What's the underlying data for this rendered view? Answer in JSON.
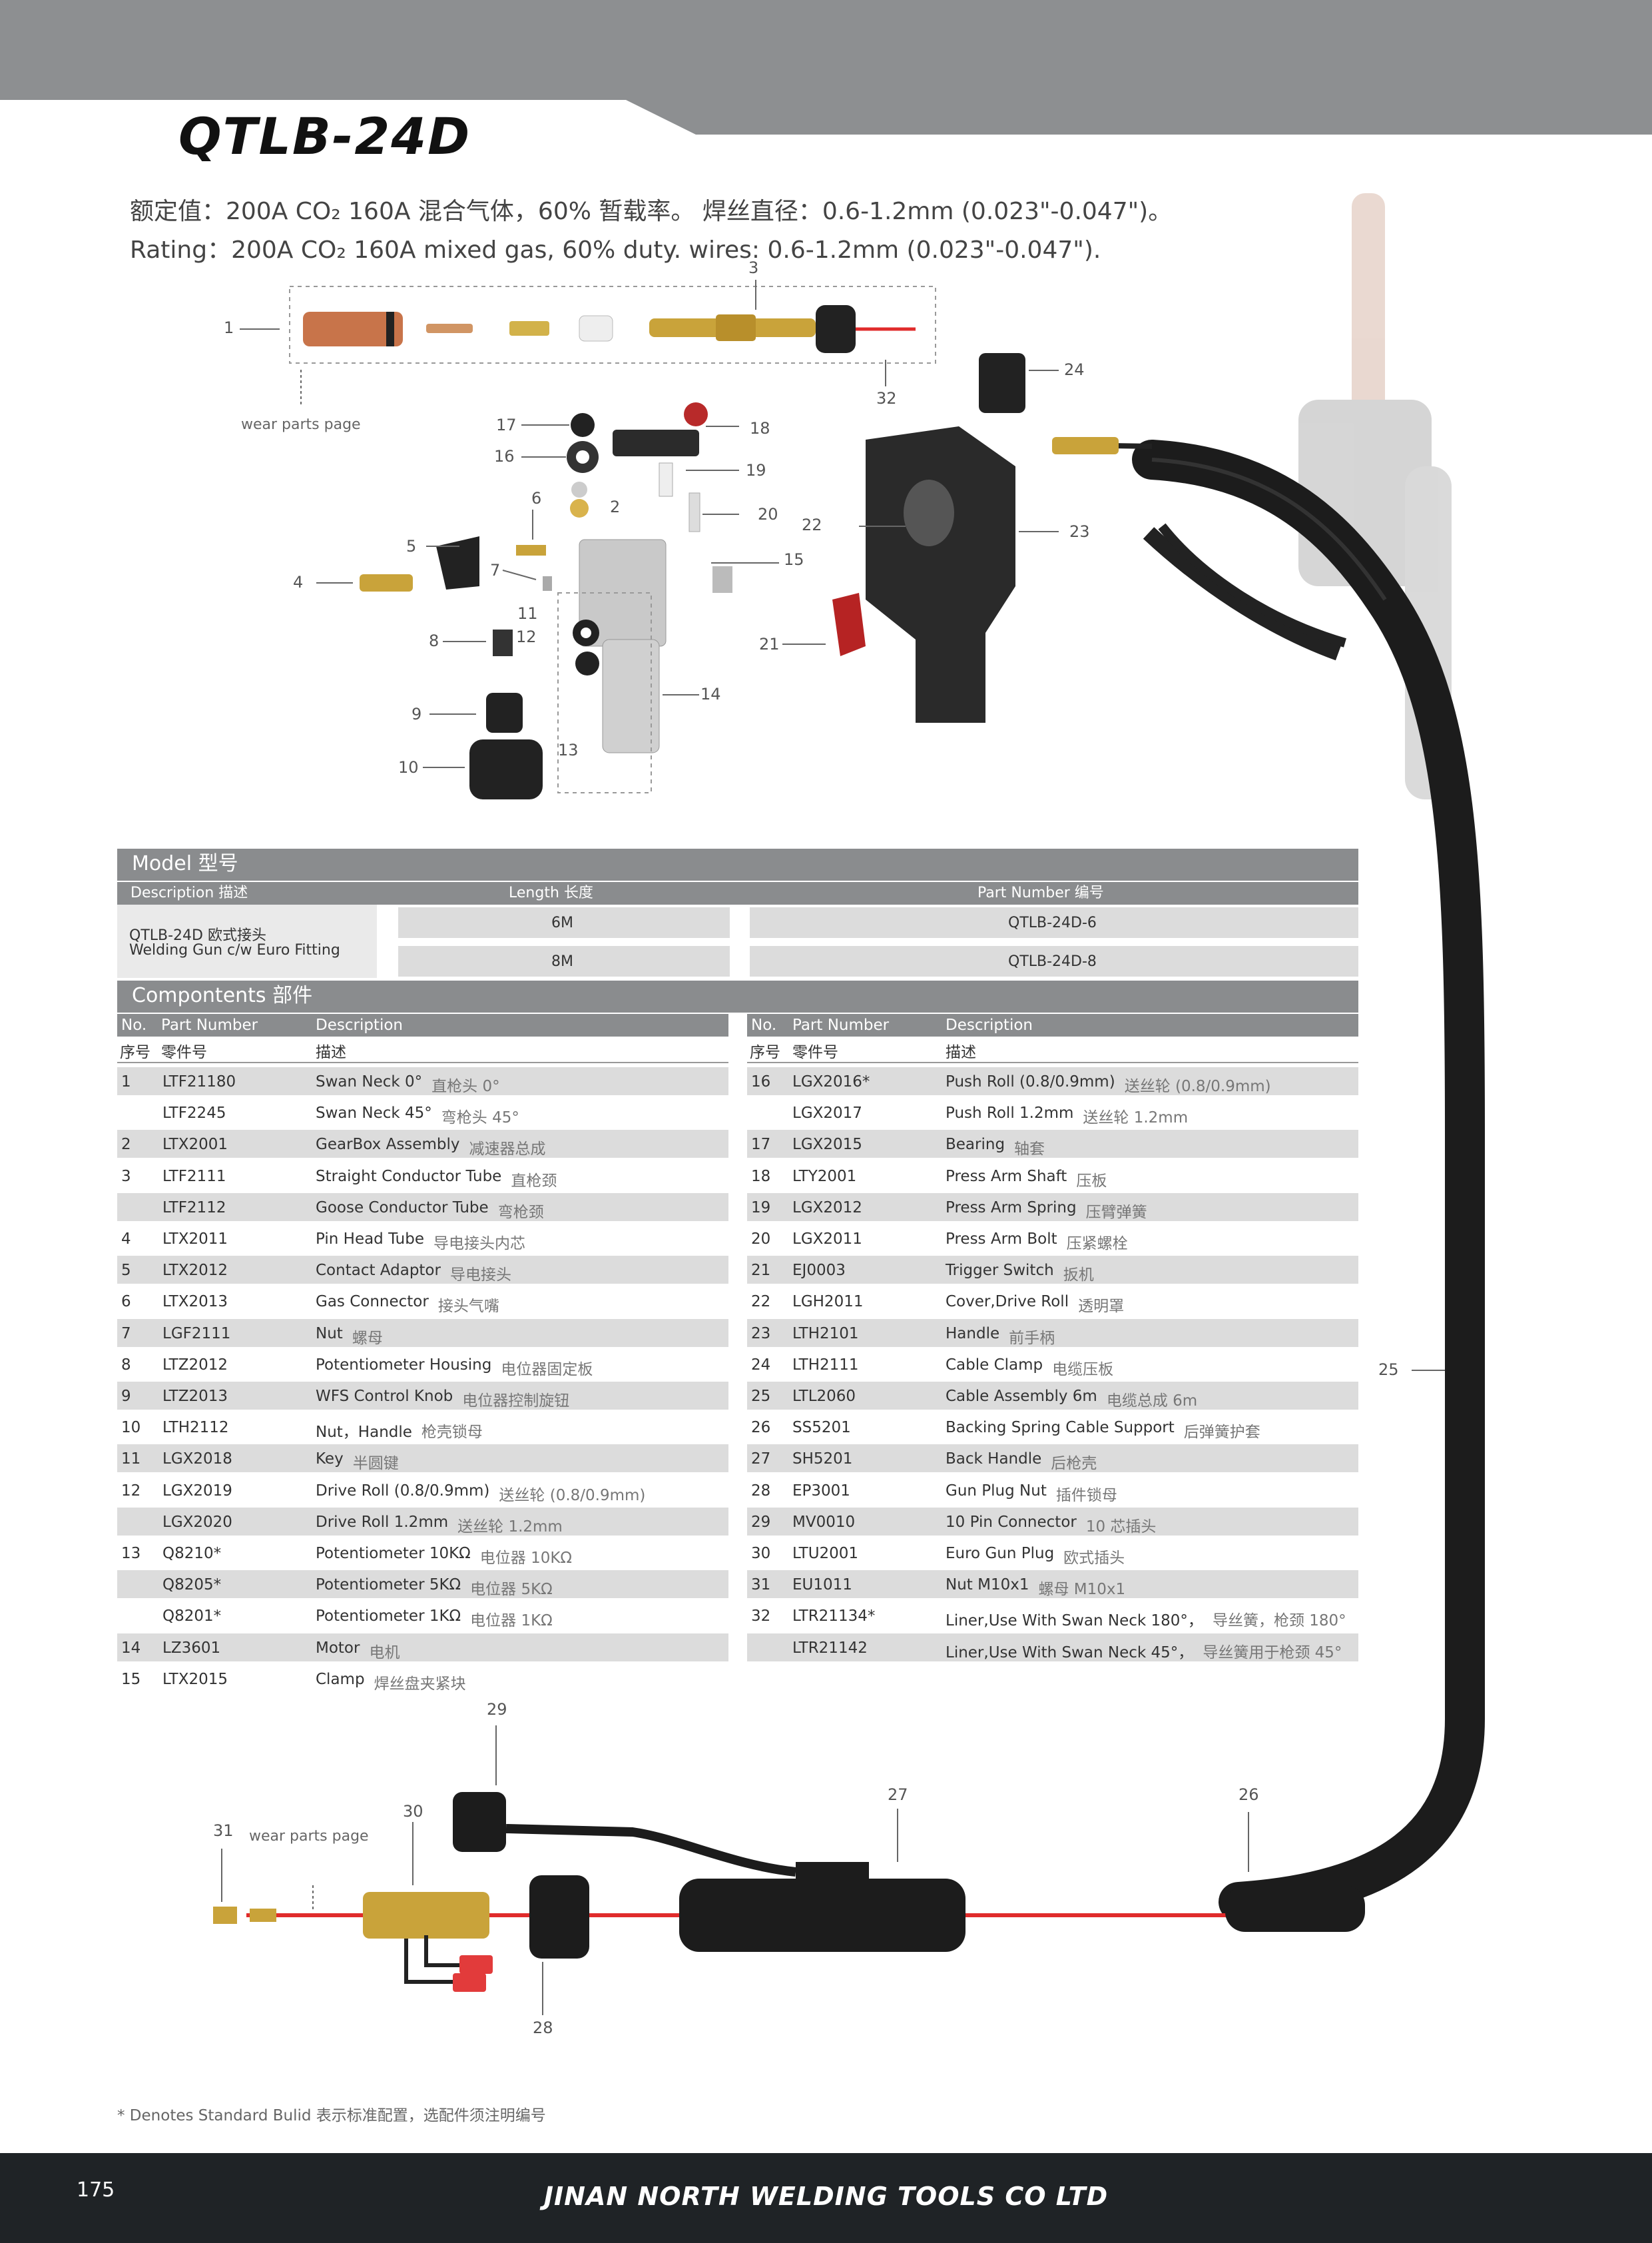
{
  "title": "QTLB-24D",
  "rating": {
    "cn": "额定值：200A CO₂ 160A 混合气体，60% 暂载率。 焊丝直径：0.6-1.2mm (0.023\"-0.047\")。",
    "en": "Rating：200A CO₂ 160A mixed gas, 60% duty. wires: 0.6-1.2mm (0.023\"-0.047\")."
  },
  "callouts": {
    "c1": "1",
    "c2": "2",
    "c3": "3",
    "c4": "4",
    "c5": "5",
    "c6": "6",
    "c7": "7",
    "c8": "8",
    "c9": "9",
    "c10": "10",
    "c11": "11",
    "c12": "12",
    "c13": "13",
    "c14": "14",
    "c15": "15",
    "c16": "16",
    "c17": "17",
    "c18": "18",
    "c19": "19",
    "c20": "20",
    "c21": "21",
    "c22": "22",
    "c23": "23",
    "c24": "24",
    "c25": "25",
    "c26": "26",
    "c27": "27",
    "c28": "28",
    "c29": "29",
    "c30": "30",
    "c31": "31",
    "c32": "32"
  },
  "wear_parts_top": "wear parts page",
  "wear_parts_bottom": "wear parts page",
  "model_table": {
    "heading": "Model 型号",
    "col_desc": "Description 描述",
    "col_length": "Length 长度",
    "col_part": "Part Number 编号",
    "desc_line1": "QTLB-24D 欧式接头",
    "desc_line2": "Welding Gun c/w Euro Fitting",
    "rows": [
      {
        "length": "6M",
        "part": "QTLB-24D-6"
      },
      {
        "length": "8M",
        "part": "QTLB-24D-8"
      }
    ]
  },
  "components": {
    "heading": "Compontents 部件",
    "hdr_no": "No.",
    "hdr_part": "Part Number",
    "hdr_desc": "Description",
    "hdr_no_cn": "序号",
    "hdr_part_cn": "零件号",
    "hdr_desc_cn": "描述",
    "left": [
      {
        "no": "1",
        "part": "LTF21180",
        "desc": "Swan Neck  0°",
        "cn": "直枪头 0°"
      },
      {
        "no": "",
        "part": "LTF2245",
        "desc": "Swan Neck 45°",
        "cn": "弯枪头 45°"
      },
      {
        "no": "2",
        "part": "LTX2001",
        "desc": "GearBox Assembly",
        "cn": "减速器总成"
      },
      {
        "no": "3",
        "part": "LTF2111",
        "desc": "Straight Conductor Tube",
        "cn": "直枪颈"
      },
      {
        "no": "",
        "part": "LTF2112",
        "desc": "Goose Conductor Tube",
        "cn": "弯枪颈"
      },
      {
        "no": "4",
        "part": "LTX2011",
        "desc": "Pin Head Tube",
        "cn": "导电接头内芯"
      },
      {
        "no": "5",
        "part": "LTX2012",
        "desc": "Contact Adaptor",
        "cn": "导电接头"
      },
      {
        "no": "6",
        "part": "LTX2013",
        "desc": "Gas Connector",
        "cn": "接头气嘴"
      },
      {
        "no": "7",
        "part": "LGF2111",
        "desc": "Nut",
        "cn": "螺母"
      },
      {
        "no": "8",
        "part": "LTZ2012",
        "desc": "Potentiometer Housing",
        "cn": "电位器固定板"
      },
      {
        "no": "9",
        "part": "LTZ2013",
        "desc": "WFS Control Knob",
        "cn": "电位器控制旋钮"
      },
      {
        "no": "10",
        "part": "LTH2112",
        "desc": "Nut，Handle",
        "cn": "枪壳锁母"
      },
      {
        "no": "11",
        "part": "LGX2018",
        "desc": "Key",
        "cn": "半圆键"
      },
      {
        "no": "12",
        "part": "LGX2019",
        "desc": "Drive Roll (0.8/0.9mm)",
        "cn": "送丝轮 (0.8/0.9mm)"
      },
      {
        "no": "",
        "part": "LGX2020",
        "desc": "Drive Roll 1.2mm",
        "cn": "送丝轮 1.2mm"
      },
      {
        "no": "13",
        "part": "Q8210*",
        "desc": "Potentiometer 10KΩ",
        "cn": "电位器 10KΩ"
      },
      {
        "no": "",
        "part": "Q8205*",
        "desc": "Potentiometer 5KΩ",
        "cn": "电位器 5KΩ"
      },
      {
        "no": "",
        "part": "Q8201*",
        "desc": "Potentiometer 1KΩ",
        "cn": "电位器 1KΩ"
      },
      {
        "no": "14",
        "part": "LZ3601",
        "desc": "Motor",
        "cn": "电机"
      },
      {
        "no": "15",
        "part": "LTX2015",
        "desc": "Clamp",
        "cn": "焊丝盘夹紧块"
      }
    ],
    "right": [
      {
        "no": "16",
        "part": "LGX2016*",
        "desc": "Push Roll (0.8/0.9mm)",
        "cn": "送丝轮 (0.8/0.9mm)"
      },
      {
        "no": "",
        "part": "LGX2017",
        "desc": "Push Roll 1.2mm",
        "cn": "送丝轮 1.2mm"
      },
      {
        "no": "17",
        "part": "LGX2015",
        "desc": "Bearing",
        "cn": "轴套"
      },
      {
        "no": "18",
        "part": "LTY2001",
        "desc": "Press Arm Shaft",
        "cn": "压板"
      },
      {
        "no": "19",
        "part": "LGX2012",
        "desc": "Press Arm Spring",
        "cn": "压臂弹簧"
      },
      {
        "no": "20",
        "part": "LGX2011",
        "desc": "Press Arm Bolt",
        "cn": "压紧螺栓"
      },
      {
        "no": "21",
        "part": "EJ0003",
        "desc": "Trigger Switch",
        "cn": "扳机"
      },
      {
        "no": "22",
        "part": "LGH2011",
        "desc": "Cover,Drive Roll",
        "cn": "透明罩"
      },
      {
        "no": "23",
        "part": "LTH2101",
        "desc": "Handle",
        "cn": "前手柄"
      },
      {
        "no": "24",
        "part": "LTH2111",
        "desc": "Cable Clamp",
        "cn": "电缆压板"
      },
      {
        "no": "25",
        "part": "LTL2060",
        "desc": "Cable Assembly 6m",
        "cn": "电缆总成 6m"
      },
      {
        "no": "26",
        "part": "SS5201",
        "desc": "Backing Spring Cable Support",
        "cn": "后弹簧护套"
      },
      {
        "no": "27",
        "part": "SH5201",
        "desc": "Back Handle",
        "cn": "后枪壳"
      },
      {
        "no": "28",
        "part": "EP3001",
        "desc": "Gun Plug Nut",
        "cn": "插件锁母"
      },
      {
        "no": "29",
        "part": "MV0010",
        "desc": "10 Pin Connector",
        "cn": "10 芯插头"
      },
      {
        "no": "30",
        "part": "LTU2001",
        "desc": "Euro Gun Plug",
        "cn": "欧式插头"
      },
      {
        "no": "31",
        "part": "EU1011",
        "desc": "Nut M10x1",
        "cn": "螺母 M10x1"
      },
      {
        "no": "32",
        "part": "LTR21134*",
        "desc": "Liner,Use With Swan Neck 180°，",
        "cn": "导丝簧，枪颈 180°"
      },
      {
        "no": "",
        "part": "LTR21142",
        "desc": "Liner,Use With Swan Neck 45°，",
        "cn": "导丝簧用于枪颈 45°"
      }
    ]
  },
  "footnote": "* Denotes Standard Bulid 表示标准配置，选配件须注明编号",
  "page_number": "175",
  "company": "JINAN NORTH WELDING TOOLS CO LTD"
}
